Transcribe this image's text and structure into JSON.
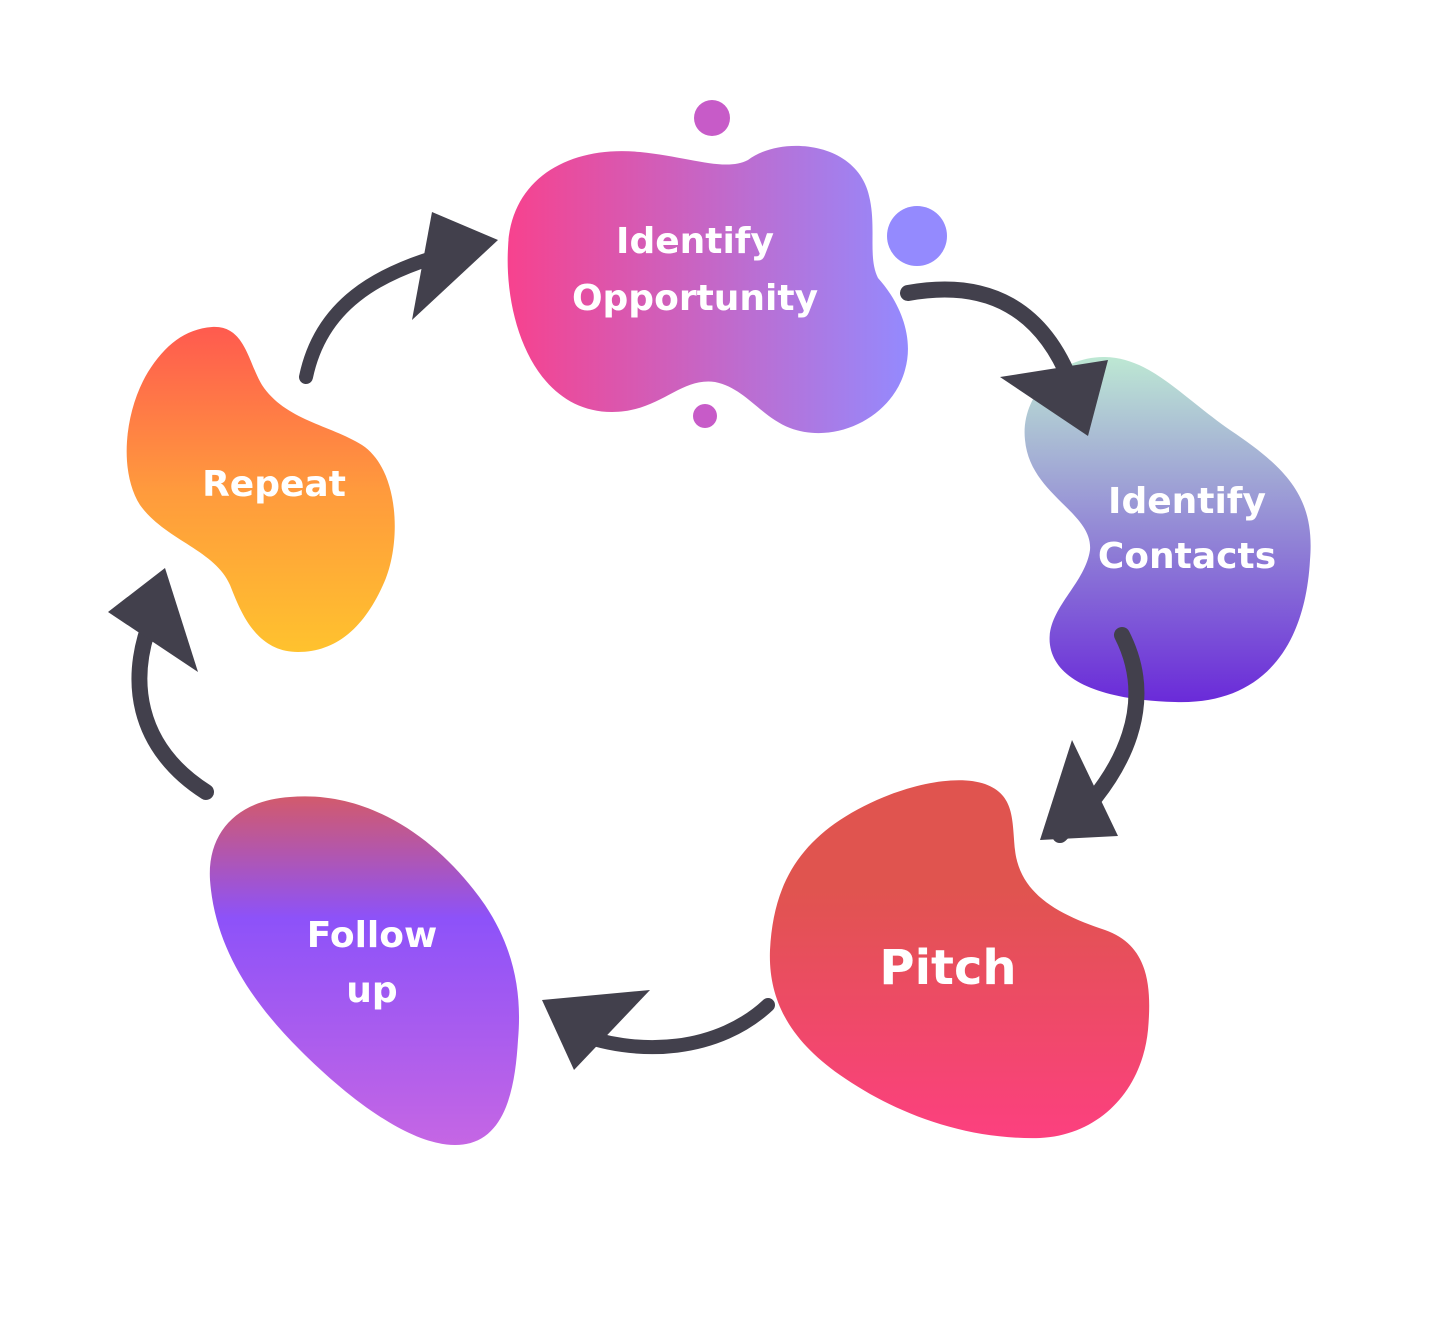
{
  "diagram": {
    "type": "cycle",
    "steps": [
      {
        "id": "identify-opportunity",
        "lines": [
          "Identify",
          "Opportunity"
        ],
        "gradient": [
          "#f7428e",
          "#948afe"
        ]
      },
      {
        "id": "identify-contacts",
        "lines": [
          "Identify",
          "Contacts"
        ],
        "gradient": [
          "#bde8d3",
          "#6a2ad9"
        ]
      },
      {
        "id": "pitch",
        "lines": [
          "Pitch"
        ],
        "gradient": [
          "#e0544f",
          "#fc407f"
        ]
      },
      {
        "id": "follow-up",
        "lines": [
          "Follow",
          "up"
        ],
        "gradient": [
          "#d25a6c",
          "#8d52f9",
          "#c566e4"
        ]
      },
      {
        "id": "repeat",
        "lines": [
          "Repeat"
        ],
        "gradient": [
          "#ff5a4f",
          "#ff9a3d",
          "#ffc22e"
        ]
      }
    ],
    "arrow_color": "#42404c",
    "dot_colors": [
      "#c75bc8",
      "#948afe"
    ]
  }
}
